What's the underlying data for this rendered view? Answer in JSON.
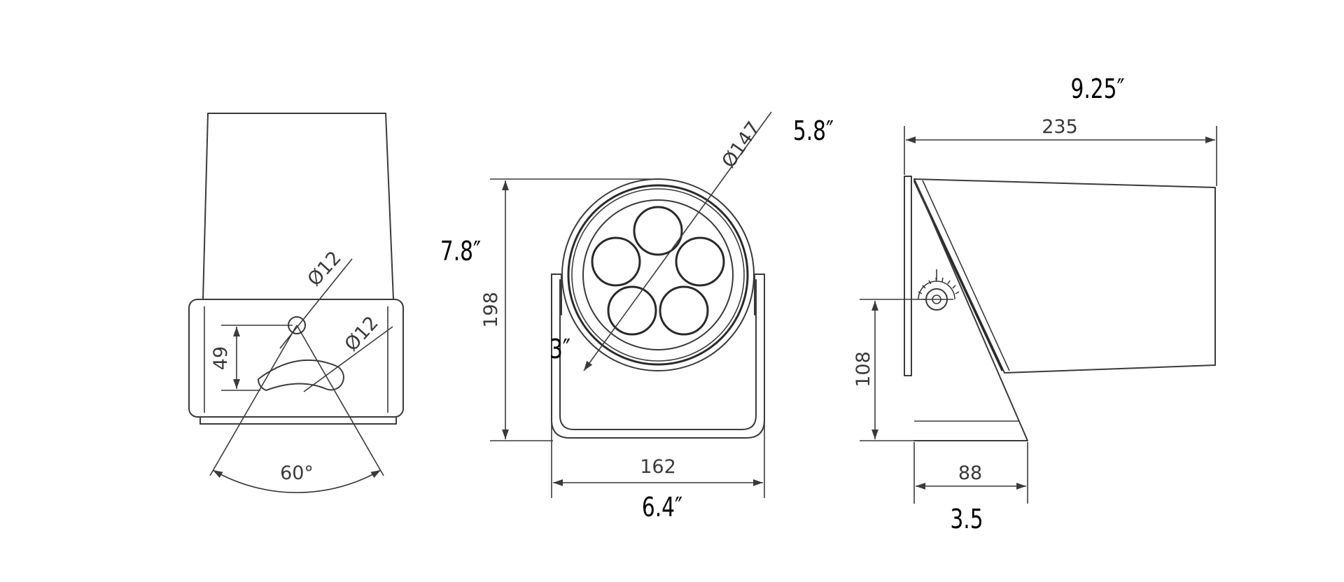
{
  "views": {
    "bracket": {
      "slot_dia_upper": "Ø12",
      "slot_dia_lower": "Ø12",
      "slot_spacing": "49",
      "tilt_angle": "60°"
    },
    "front": {
      "lens_dia_mm": "Ø147",
      "lens_dia_in": "5.8″",
      "height_mm": "198",
      "height_in": "7.8″",
      "width_mm": "162",
      "width_in": "6.4″",
      "lens_inner_in": "3″"
    },
    "side": {
      "length_mm": "235",
      "length_in": "9.25″",
      "pivot_height_mm": "108",
      "base_depth_mm": "88",
      "base_depth_in": "3.5"
    }
  },
  "colors": {
    "line": "#3a3a3a",
    "text_inch": "#000000",
    "background": "#ffffff"
  }
}
